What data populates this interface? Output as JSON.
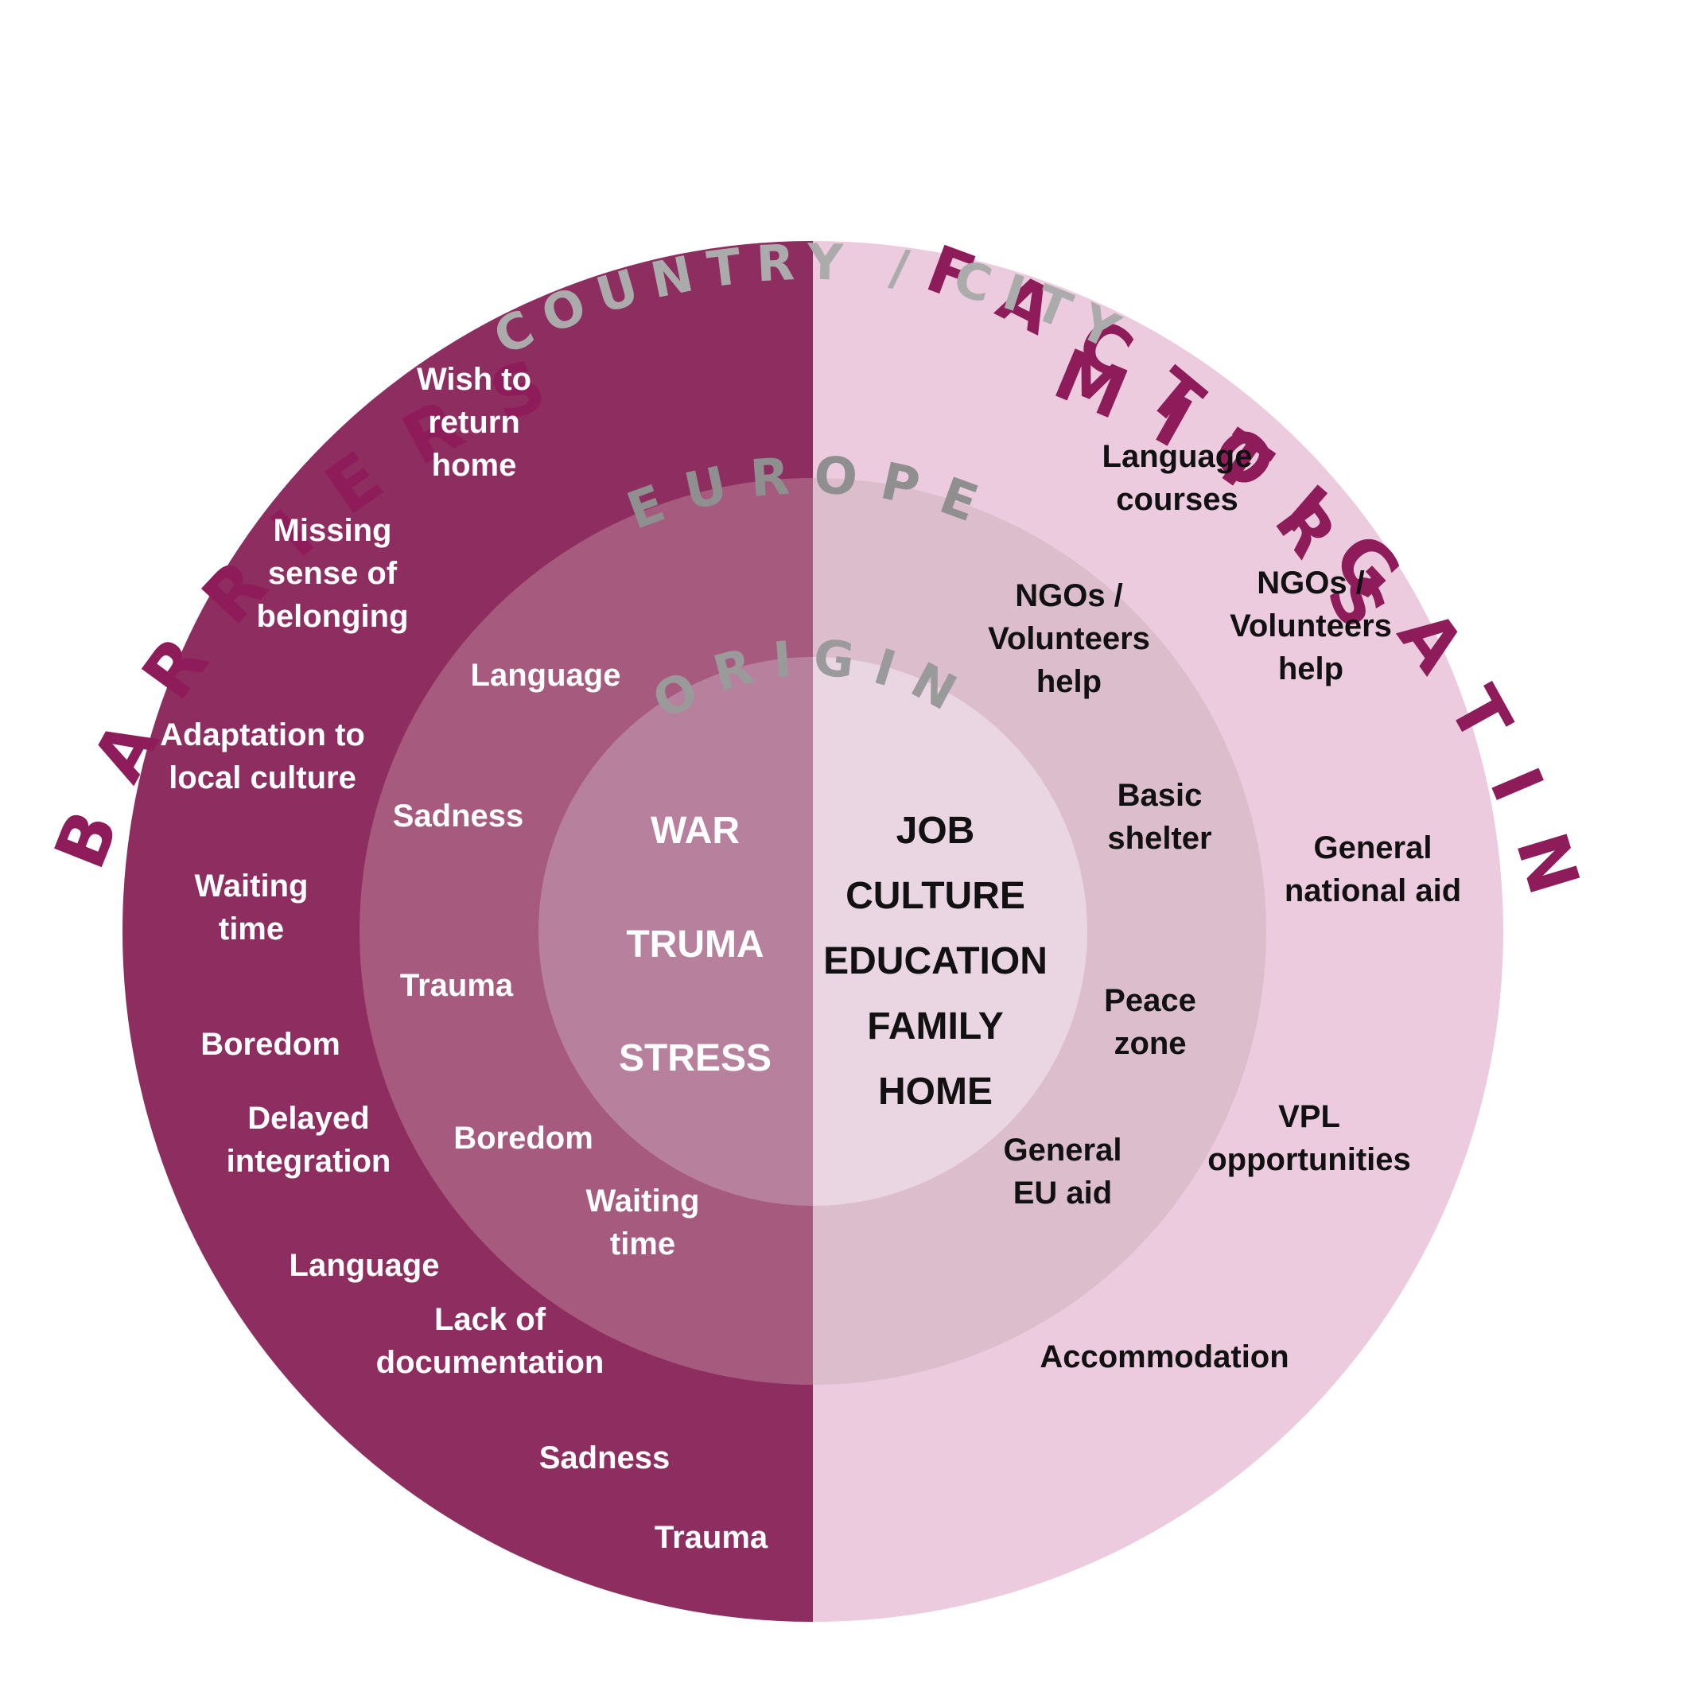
{
  "titles": {
    "barriers": "BARRIERS",
    "mitigating": "MITIGATING",
    "factors": "FACTORS"
  },
  "rings": {
    "outer": "COUNTRY / CITY",
    "middle": "EUROPE",
    "inner": "ORIGIN"
  },
  "barriers": {
    "country_city": [
      [
        "Wish to",
        "return",
        "home"
      ],
      [
        "Missing",
        "sense of",
        "belonging"
      ],
      [
        "Adaptation to",
        "local culture"
      ],
      [
        "Waiting",
        "time"
      ],
      [
        "Boredom"
      ],
      [
        "Delayed",
        "integration"
      ],
      [
        "Language"
      ],
      [
        "Lack of",
        "documentation"
      ],
      [
        "Sadness"
      ],
      [
        "Trauma"
      ]
    ],
    "europe": [
      [
        "Language"
      ],
      [
        "Sadness"
      ],
      [
        "Trauma"
      ],
      [
        "Boredom"
      ],
      [
        "Waiting",
        "time"
      ]
    ],
    "origin": [
      "WAR",
      "TRUMA",
      "STRESS"
    ]
  },
  "mitigating": {
    "country_city": [
      [
        "Language",
        "courses"
      ],
      [
        "NGOs /",
        "Volunteers",
        "help"
      ],
      [
        "General",
        "national aid"
      ],
      [
        "VPL",
        "opportunities"
      ],
      [
        "Accommodation"
      ]
    ],
    "europe": [
      [
        "NGOs /",
        "Volunteers",
        "help"
      ],
      [
        "Basic",
        "shelter"
      ],
      [
        "Peace",
        "zone"
      ],
      [
        "General",
        "EU aid"
      ]
    ],
    "origin": [
      "JOB",
      "CULTURE",
      "EDUCATION",
      "FAMILY",
      "HOME"
    ]
  },
  "colors": {
    "barrier_outer": "#8e2d5f",
    "barrier_middle": "#a55a7e",
    "barrier_inner": "#b7809c",
    "mitigating_outer": "#ebcbdd",
    "mitigating_middle": "#dbbdcc",
    "mitigating_inner": "#ead6e2",
    "title": "#8e1c5a",
    "ring_label_light": "#ababab",
    "ring_label_dark": "#6e6e6e"
  }
}
